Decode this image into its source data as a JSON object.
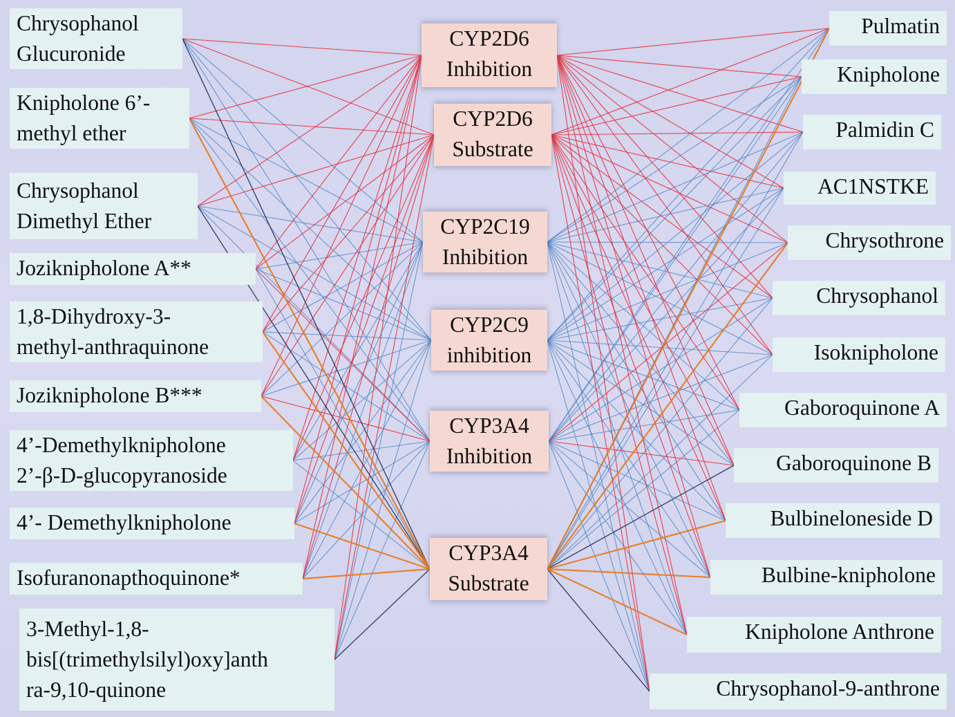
{
  "colors": {
    "inhibition": "#e8303a",
    "substrate": "#4f86c6",
    "highlight": "#e8781a",
    "dark": "#2a3558"
  },
  "left_nodes": [
    {
      "id": "L1",
      "lines": [
        "Chrysophanol",
        "Glucuronide"
      ]
    },
    {
      "id": "L2",
      "lines": [
        "Knipholone 6’-",
        "methyl ether"
      ]
    },
    {
      "id": "L3",
      "lines": [
        "Chrysophanol",
        "Dimethyl Ether"
      ]
    },
    {
      "id": "L4",
      "lines": [
        "Jozikniphol​one A**"
      ]
    },
    {
      "id": "L5",
      "lines": [
        "1,8-Dihydroxy-3-",
        "methyl-anthraquinone"
      ]
    },
    {
      "id": "L6",
      "lines": [
        "Joziknipholone B***"
      ]
    },
    {
      "id": "L7",
      "lines": [
        "4’-Demethylknipholone",
        "2’-β-D-glucopyranoside"
      ]
    },
    {
      "id": "L8",
      "lines": [
        "4’- Demethylknipholone"
      ]
    },
    {
      "id": "L9",
      "lines": [
        "Isofuranonapthoquinone*"
      ]
    },
    {
      "id": "L10",
      "lines": [
        "3-Methyl-1,8-",
        "bis[(trimethylsilyl)oxy]anth",
        "ra-9,10-quinone"
      ]
    }
  ],
  "center_nodes": [
    {
      "id": "C1",
      "lines": [
        "CYP2D6",
        "Inhibition"
      ]
    },
    {
      "id": "C2",
      "lines": [
        "CYP2D6",
        "Substrate"
      ]
    },
    {
      "id": "C3",
      "lines": [
        "CYP2C19",
        "Inhibition"
      ]
    },
    {
      "id": "C4",
      "lines": [
        "CYP2C9",
        "inhibition"
      ]
    },
    {
      "id": "C5",
      "lines": [
        "CYP3A4",
        "Inhibition"
      ]
    },
    {
      "id": "C6",
      "lines": [
        "CYP3A4",
        "Substrate"
      ]
    }
  ],
  "right_nodes": [
    {
      "id": "R1",
      "lines": [
        "Pulmatin"
      ]
    },
    {
      "id": "R2",
      "lines": [
        "Knipholone"
      ]
    },
    {
      "id": "R3",
      "lines": [
        "Palmidin C"
      ]
    },
    {
      "id": "R4",
      "lines": [
        "AC1NSTKE"
      ]
    },
    {
      "id": "R5",
      "lines": [
        "Chrysothrone"
      ]
    },
    {
      "id": "R6",
      "lines": [
        "Chrysophanol"
      ]
    },
    {
      "id": "R7",
      "lines": [
        "Isoknipholone"
      ]
    },
    {
      "id": "R8",
      "lines": [
        "Gaboroquinone A"
      ]
    },
    {
      "id": "R9",
      "lines": [
        "Gaboroquinone B"
      ]
    },
    {
      "id": "R10",
      "lines": [
        "Bulbineloneside D"
      ]
    },
    {
      "id": "R11",
      "lines": [
        "Bulbine-knipholone"
      ]
    },
    {
      "id": "R12",
      "lines": [
        "Knipholone Anthrone"
      ]
    },
    {
      "id": "R13",
      "lines": [
        "Chrysophanol-9-anthrone"
      ]
    }
  ],
  "edges": [
    {
      "from": "L1",
      "to": "C1",
      "kind": "inhibition"
    },
    {
      "from": "L1",
      "to": "C2",
      "kind": "inhibition"
    },
    {
      "from": "L1",
      "to": "C3",
      "kind": "substrate"
    },
    {
      "from": "L1",
      "to": "C4",
      "kind": "substrate"
    },
    {
      "from": "L1",
      "to": "C5",
      "kind": "substrate"
    },
    {
      "from": "L1",
      "to": "C6",
      "kind": "dark"
    },
    {
      "from": "L2",
      "to": "C1",
      "kind": "inhibition"
    },
    {
      "from": "L2",
      "to": "C2",
      "kind": "inhibition"
    },
    {
      "from": "L2",
      "to": "C3",
      "kind": "substrate"
    },
    {
      "from": "L2",
      "to": "C4",
      "kind": "substrate"
    },
    {
      "from": "L2",
      "to": "C5",
      "kind": "substrate"
    },
    {
      "from": "L2",
      "to": "C6",
      "kind": "highlight"
    },
    {
      "from": "L3",
      "to": "C1",
      "kind": "inhibition"
    },
    {
      "from": "L3",
      "to": "C2",
      "kind": "inhibition"
    },
    {
      "from": "L3",
      "to": "C3",
      "kind": "substrate"
    },
    {
      "from": "L3",
      "to": "C4",
      "kind": "substrate"
    },
    {
      "from": "L3",
      "to": "C5",
      "kind": "substrate"
    },
    {
      "from": "L3",
      "to": "C6",
      "kind": "dark"
    },
    {
      "from": "L4",
      "to": "C1",
      "kind": "inhibition"
    },
    {
      "from": "L4",
      "to": "C2",
      "kind": "inhibition"
    },
    {
      "from": "L4",
      "to": "C3",
      "kind": "substrate"
    },
    {
      "from": "L4",
      "to": "C4",
      "kind": "substrate"
    },
    {
      "from": "L4",
      "to": "C5",
      "kind": "inhibition"
    },
    {
      "from": "L4",
      "to": "C6",
      "kind": "substrate"
    },
    {
      "from": "L5",
      "to": "C1",
      "kind": "inhibition"
    },
    {
      "from": "L5",
      "to": "C2",
      "kind": "inhibition"
    },
    {
      "from": "L5",
      "to": "C3",
      "kind": "substrate"
    },
    {
      "from": "L5",
      "to": "C4",
      "kind": "substrate"
    },
    {
      "from": "L5",
      "to": "C5",
      "kind": "substrate"
    },
    {
      "from": "L5",
      "to": "C6",
      "kind": "highlight"
    },
    {
      "from": "L6",
      "to": "C1",
      "kind": "inhibition"
    },
    {
      "from": "L6",
      "to": "C2",
      "kind": "inhibition"
    },
    {
      "from": "L6",
      "to": "C3",
      "kind": "substrate"
    },
    {
      "from": "L6",
      "to": "C4",
      "kind": "substrate"
    },
    {
      "from": "L6",
      "to": "C5",
      "kind": "inhibition"
    },
    {
      "from": "L6",
      "to": "C6",
      "kind": "highlight"
    },
    {
      "from": "L7",
      "to": "C1",
      "kind": "inhibition"
    },
    {
      "from": "L7",
      "to": "C2",
      "kind": "inhibition"
    },
    {
      "from": "L7",
      "to": "C3",
      "kind": "substrate"
    },
    {
      "from": "L7",
      "to": "C4",
      "kind": "substrate"
    },
    {
      "from": "L7",
      "to": "C5",
      "kind": "substrate"
    },
    {
      "from": "L7",
      "to": "C6",
      "kind": "substrate"
    },
    {
      "from": "L8",
      "to": "C1",
      "kind": "inhibition"
    },
    {
      "from": "L8",
      "to": "C2",
      "kind": "inhibition"
    },
    {
      "from": "L8",
      "to": "C3",
      "kind": "substrate"
    },
    {
      "from": "L8",
      "to": "C4",
      "kind": "substrate"
    },
    {
      "from": "L8",
      "to": "C5",
      "kind": "substrate"
    },
    {
      "from": "L8",
      "to": "C6",
      "kind": "highlight"
    },
    {
      "from": "L9",
      "to": "C1",
      "kind": "inhibition"
    },
    {
      "from": "L9",
      "to": "C2",
      "kind": "inhibition"
    },
    {
      "from": "L9",
      "to": "C3",
      "kind": "substrate"
    },
    {
      "from": "L9",
      "to": "C4",
      "kind": "substrate"
    },
    {
      "from": "L9",
      "to": "C5",
      "kind": "substrate"
    },
    {
      "from": "L9",
      "to": "C6",
      "kind": "highlight"
    },
    {
      "from": "L10",
      "to": "C1",
      "kind": "inhibition"
    },
    {
      "from": "L10",
      "to": "C2",
      "kind": "inhibition"
    },
    {
      "from": "L10",
      "to": "C3",
      "kind": "substrate"
    },
    {
      "from": "L10",
      "to": "C4",
      "kind": "substrate"
    },
    {
      "from": "L10",
      "to": "C5",
      "kind": "substrate"
    },
    {
      "from": "L10",
      "to": "C6",
      "kind": "dark"
    },
    {
      "from": "R1",
      "to": "C1",
      "kind": "inhibition"
    },
    {
      "from": "R1",
      "to": "C2",
      "kind": "inhibition"
    },
    {
      "from": "R1",
      "to": "C3",
      "kind": "substrate"
    },
    {
      "from": "R1",
      "to": "C4",
      "kind": "substrate"
    },
    {
      "from": "R1",
      "to": "C5",
      "kind": "substrate"
    },
    {
      "from": "R1",
      "to": "C6",
      "kind": "highlight"
    },
    {
      "from": "R2",
      "to": "C1",
      "kind": "inhibition"
    },
    {
      "from": "R2",
      "to": "C2",
      "kind": "inhibition"
    },
    {
      "from": "R2",
      "to": "C3",
      "kind": "substrate"
    },
    {
      "from": "R2",
      "to": "C4",
      "kind": "substrate"
    },
    {
      "from": "R2",
      "to": "C5",
      "kind": "substrate"
    },
    {
      "from": "R2",
      "to": "C6",
      "kind": "substrate"
    },
    {
      "from": "R3",
      "to": "C1",
      "kind": "inhibition"
    },
    {
      "from": "R3",
      "to": "C2",
      "kind": "inhibition"
    },
    {
      "from": "R3",
      "to": "C3",
      "kind": "substrate"
    },
    {
      "from": "R3",
      "to": "C4",
      "kind": "substrate"
    },
    {
      "from": "R3",
      "to": "C5",
      "kind": "substrate"
    },
    {
      "from": "R3",
      "to": "C6",
      "kind": "substrate"
    },
    {
      "from": "R4",
      "to": "C1",
      "kind": "inhibition"
    },
    {
      "from": "R4",
      "to": "C2",
      "kind": "inhibition"
    },
    {
      "from": "R4",
      "to": "C3",
      "kind": "substrate"
    },
    {
      "from": "R4",
      "to": "C4",
      "kind": "substrate"
    },
    {
      "from": "R4",
      "to": "C5",
      "kind": "substrate"
    },
    {
      "from": "R4",
      "to": "C6",
      "kind": "substrate"
    },
    {
      "from": "R5",
      "to": "C1",
      "kind": "inhibition"
    },
    {
      "from": "R5",
      "to": "C2",
      "kind": "inhibition"
    },
    {
      "from": "R5",
      "to": "C3",
      "kind": "substrate"
    },
    {
      "from": "R5",
      "to": "C4",
      "kind": "substrate"
    },
    {
      "from": "R5",
      "to": "C5",
      "kind": "inhibition"
    },
    {
      "from": "R5",
      "to": "C6",
      "kind": "highlight"
    },
    {
      "from": "R6",
      "to": "C1",
      "kind": "inhibition"
    },
    {
      "from": "R6",
      "to": "C2",
      "kind": "inhibition"
    },
    {
      "from": "R6",
      "to": "C3",
      "kind": "substrate"
    },
    {
      "from": "R6",
      "to": "C4",
      "kind": "substrate"
    },
    {
      "from": "R6",
      "to": "C5",
      "kind": "substrate"
    },
    {
      "from": "R6",
      "to": "C6",
      "kind": "substrate"
    },
    {
      "from": "R7",
      "to": "C1",
      "kind": "inhibition"
    },
    {
      "from": "R7",
      "to": "C2",
      "kind": "inhibition"
    },
    {
      "from": "R7",
      "to": "C3",
      "kind": "substrate"
    },
    {
      "from": "R7",
      "to": "C4",
      "kind": "substrate"
    },
    {
      "from": "R7",
      "to": "C5",
      "kind": "substrate"
    },
    {
      "from": "R7",
      "to": "C6",
      "kind": "substrate"
    },
    {
      "from": "R8",
      "to": "C1",
      "kind": "inhibition"
    },
    {
      "from": "R8",
      "to": "C2",
      "kind": "inhibition"
    },
    {
      "from": "R8",
      "to": "C3",
      "kind": "substrate"
    },
    {
      "from": "R8",
      "to": "C4",
      "kind": "substrate"
    },
    {
      "from": "R8",
      "to": "C5",
      "kind": "substrate"
    },
    {
      "from": "R8",
      "to": "C6",
      "kind": "substrate"
    },
    {
      "from": "R9",
      "to": "C1",
      "kind": "inhibition"
    },
    {
      "from": "R9",
      "to": "C2",
      "kind": "inhibition"
    },
    {
      "from": "R9",
      "to": "C3",
      "kind": "substrate"
    },
    {
      "from": "R9",
      "to": "C4",
      "kind": "substrate"
    },
    {
      "from": "R9",
      "to": "C5",
      "kind": "inhibition"
    },
    {
      "from": "R9",
      "to": "C6",
      "kind": "dark"
    },
    {
      "from": "R10",
      "to": "C1",
      "kind": "inhibition"
    },
    {
      "from": "R10",
      "to": "C2",
      "kind": "inhibition"
    },
    {
      "from": "R10",
      "to": "C3",
      "kind": "substrate"
    },
    {
      "from": "R10",
      "to": "C4",
      "kind": "substrate"
    },
    {
      "from": "R10",
      "to": "C5",
      "kind": "substrate"
    },
    {
      "from": "R10",
      "to": "C6",
      "kind": "highlight"
    },
    {
      "from": "R11",
      "to": "C1",
      "kind": "inhibition"
    },
    {
      "from": "R11",
      "to": "C2",
      "kind": "inhibition"
    },
    {
      "from": "R11",
      "to": "C3",
      "kind": "substrate"
    },
    {
      "from": "R11",
      "to": "C4",
      "kind": "substrate"
    },
    {
      "from": "R11",
      "to": "C5",
      "kind": "substrate"
    },
    {
      "from": "R11",
      "to": "C6",
      "kind": "highlight"
    },
    {
      "from": "R12",
      "to": "C1",
      "kind": "inhibition"
    },
    {
      "from": "R12",
      "to": "C2",
      "kind": "inhibition"
    },
    {
      "from": "R12",
      "to": "C3",
      "kind": "substrate"
    },
    {
      "from": "R12",
      "to": "C4",
      "kind": "substrate"
    },
    {
      "from": "R12",
      "to": "C5",
      "kind": "substrate"
    },
    {
      "from": "R12",
      "to": "C6",
      "kind": "highlight"
    },
    {
      "from": "R13",
      "to": "C1",
      "kind": "inhibition"
    },
    {
      "from": "R13",
      "to": "C2",
      "kind": "inhibition"
    },
    {
      "from": "R13",
      "to": "C3",
      "kind": "substrate"
    },
    {
      "from": "R13",
      "to": "C4",
      "kind": "substrate"
    },
    {
      "from": "R13",
      "to": "C5",
      "kind": "substrate"
    },
    {
      "from": "R13",
      "to": "C6",
      "kind": "dark"
    }
  ]
}
